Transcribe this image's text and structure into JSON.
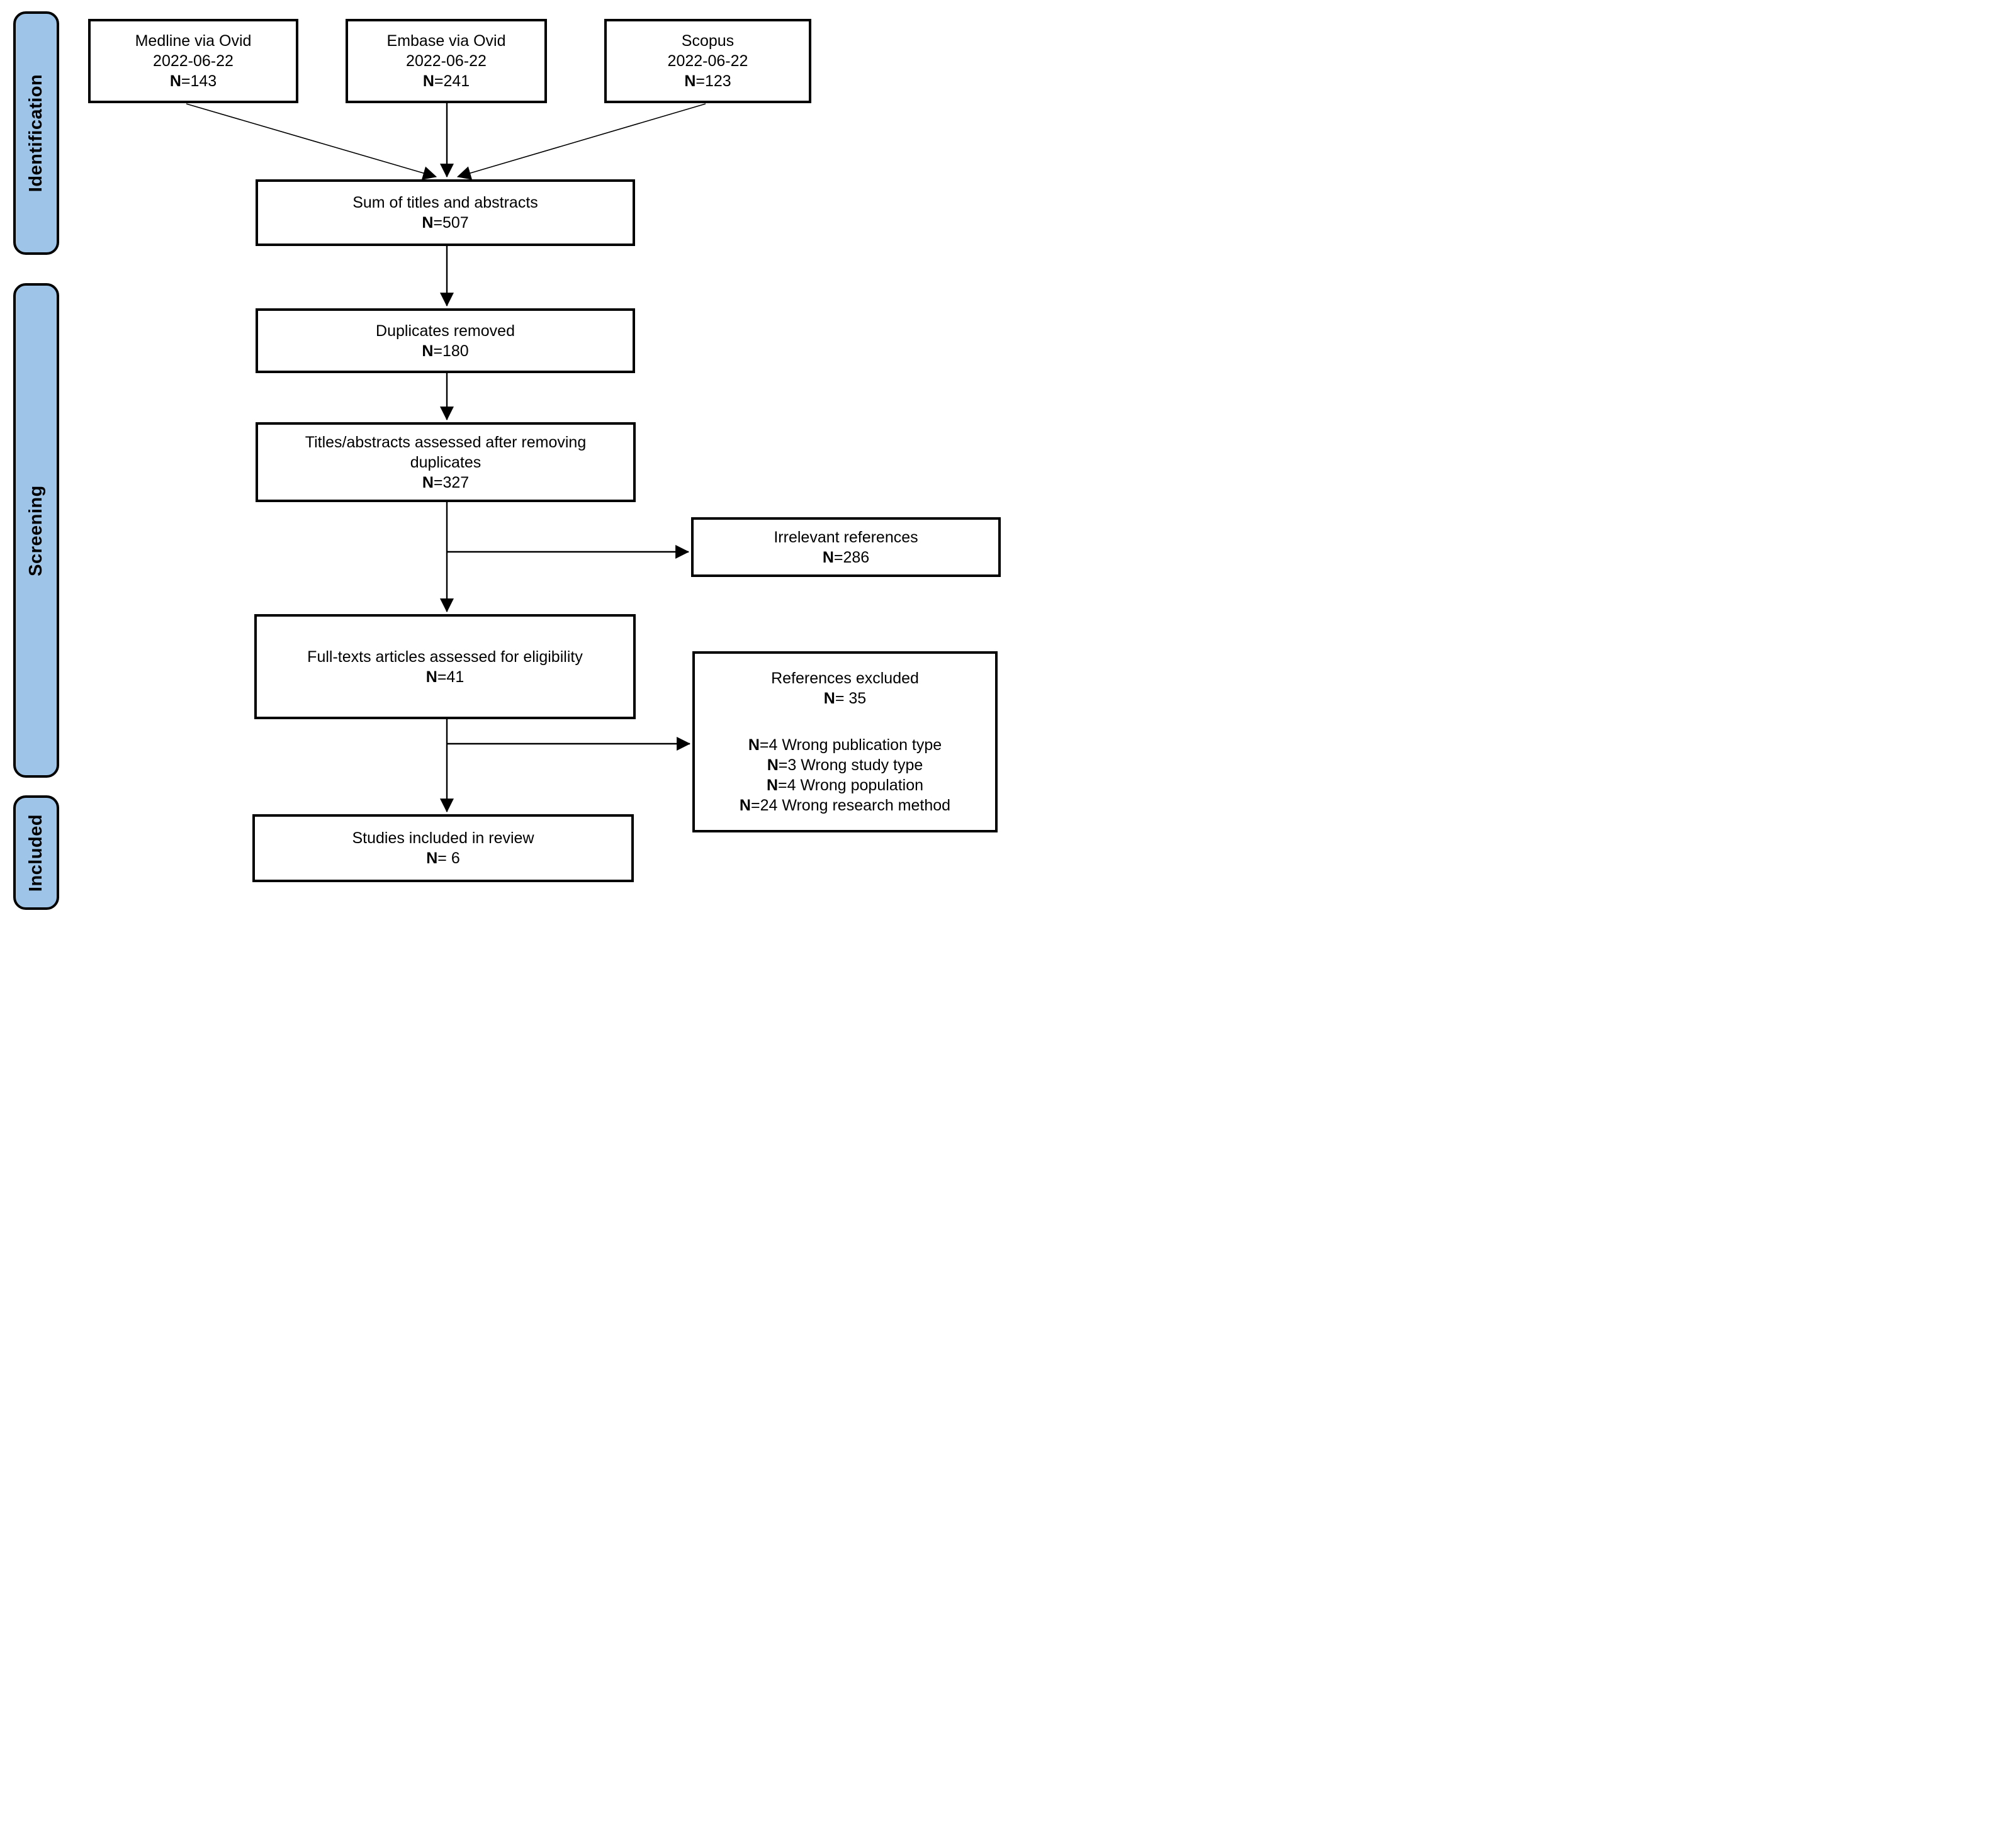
{
  "colors": {
    "stage_fill": "#9EC4E7",
    "line_color": "#000000",
    "background": "#FFFFFF"
  },
  "stages": [
    {
      "label": "Identification"
    },
    {
      "label": "Screening"
    },
    {
      "label": "Included"
    }
  ],
  "boxes": {
    "medline": {
      "line1": "Medline via Ovid",
      "line2": "2022-06-22",
      "n_bold": "N",
      "n_rest": "=143"
    },
    "embase": {
      "line1": "Embase via Ovid",
      "line2": "2022-06-22",
      "n_bold": "N",
      "n_rest": "=241"
    },
    "scopus": {
      "line1": "Scopus",
      "line2": "2022-06-22",
      "n_bold": "N",
      "n_rest": "=123"
    },
    "sum": {
      "line1": "Sum of titles and abstracts",
      "n_bold": "N",
      "n_rest": "=507"
    },
    "duplicates": {
      "line1": "Duplicates removed",
      "n_bold": "N",
      "n_rest": "=180"
    },
    "titles": {
      "line1": "Titles/abstracts assessed after removing",
      "line2": "duplicates",
      "n_bold": "N",
      "n_rest": "=327"
    },
    "irrelevant": {
      "line1": "Irrelevant references",
      "n_bold": "N",
      "n_rest": "=286"
    },
    "fulltexts": {
      "line1": "Full-texts articles assessed for eligibility",
      "n_bold": "N",
      "n_rest": "=41"
    },
    "excluded": {
      "line1": "References excluded",
      "n_bold": "N",
      "n_rest": "= 35",
      "reasons": [
        {
          "n_bold": "N",
          "n_rest": "=4 Wrong publication type"
        },
        {
          "n_bold": "N",
          "n_rest": "=3 Wrong study type"
        },
        {
          "n_bold": "N",
          "n_rest": "=4 Wrong population"
        },
        {
          "n_bold": "N",
          "n_rest": "=24 Wrong research method"
        }
      ]
    },
    "studies": {
      "line1": "Studies included in review",
      "n_bold": "N",
      "n_rest": "= 6"
    }
  }
}
